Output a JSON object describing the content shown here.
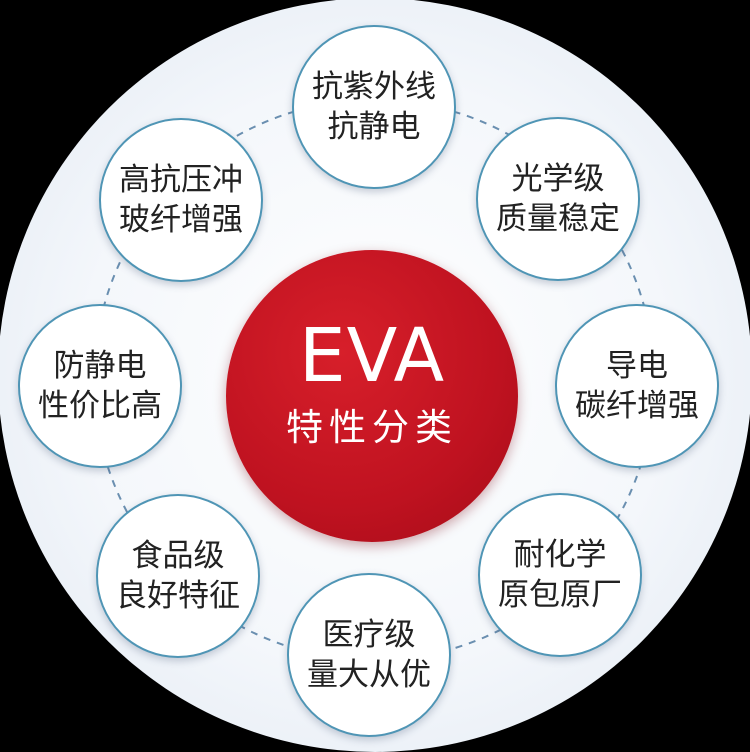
{
  "center": {
    "title": "EVA",
    "subtitle": "特性分类"
  },
  "nodes": [
    {
      "line1": "抗紫外线",
      "line2": "抗静电"
    },
    {
      "line1": "光学级",
      "line2": "质量稳定"
    },
    {
      "line1": "导电",
      "line2": "碳纤增强"
    },
    {
      "line1": "耐化学",
      "line2": "原包原厂"
    },
    {
      "line1": "医疗级",
      "line2": "量大从优"
    },
    {
      "line1": "食品级",
      "line2": "良好特征"
    },
    {
      "line1": "防静电",
      "line2": "性价比高"
    },
    {
      "line1": "高抗压冲",
      "line2": "玻纤增强"
    }
  ],
  "colors": {
    "center_fill": "#bf1220",
    "node_border": "#4f95b5",
    "connector": "#6a8fb0",
    "text": "#222222"
  }
}
